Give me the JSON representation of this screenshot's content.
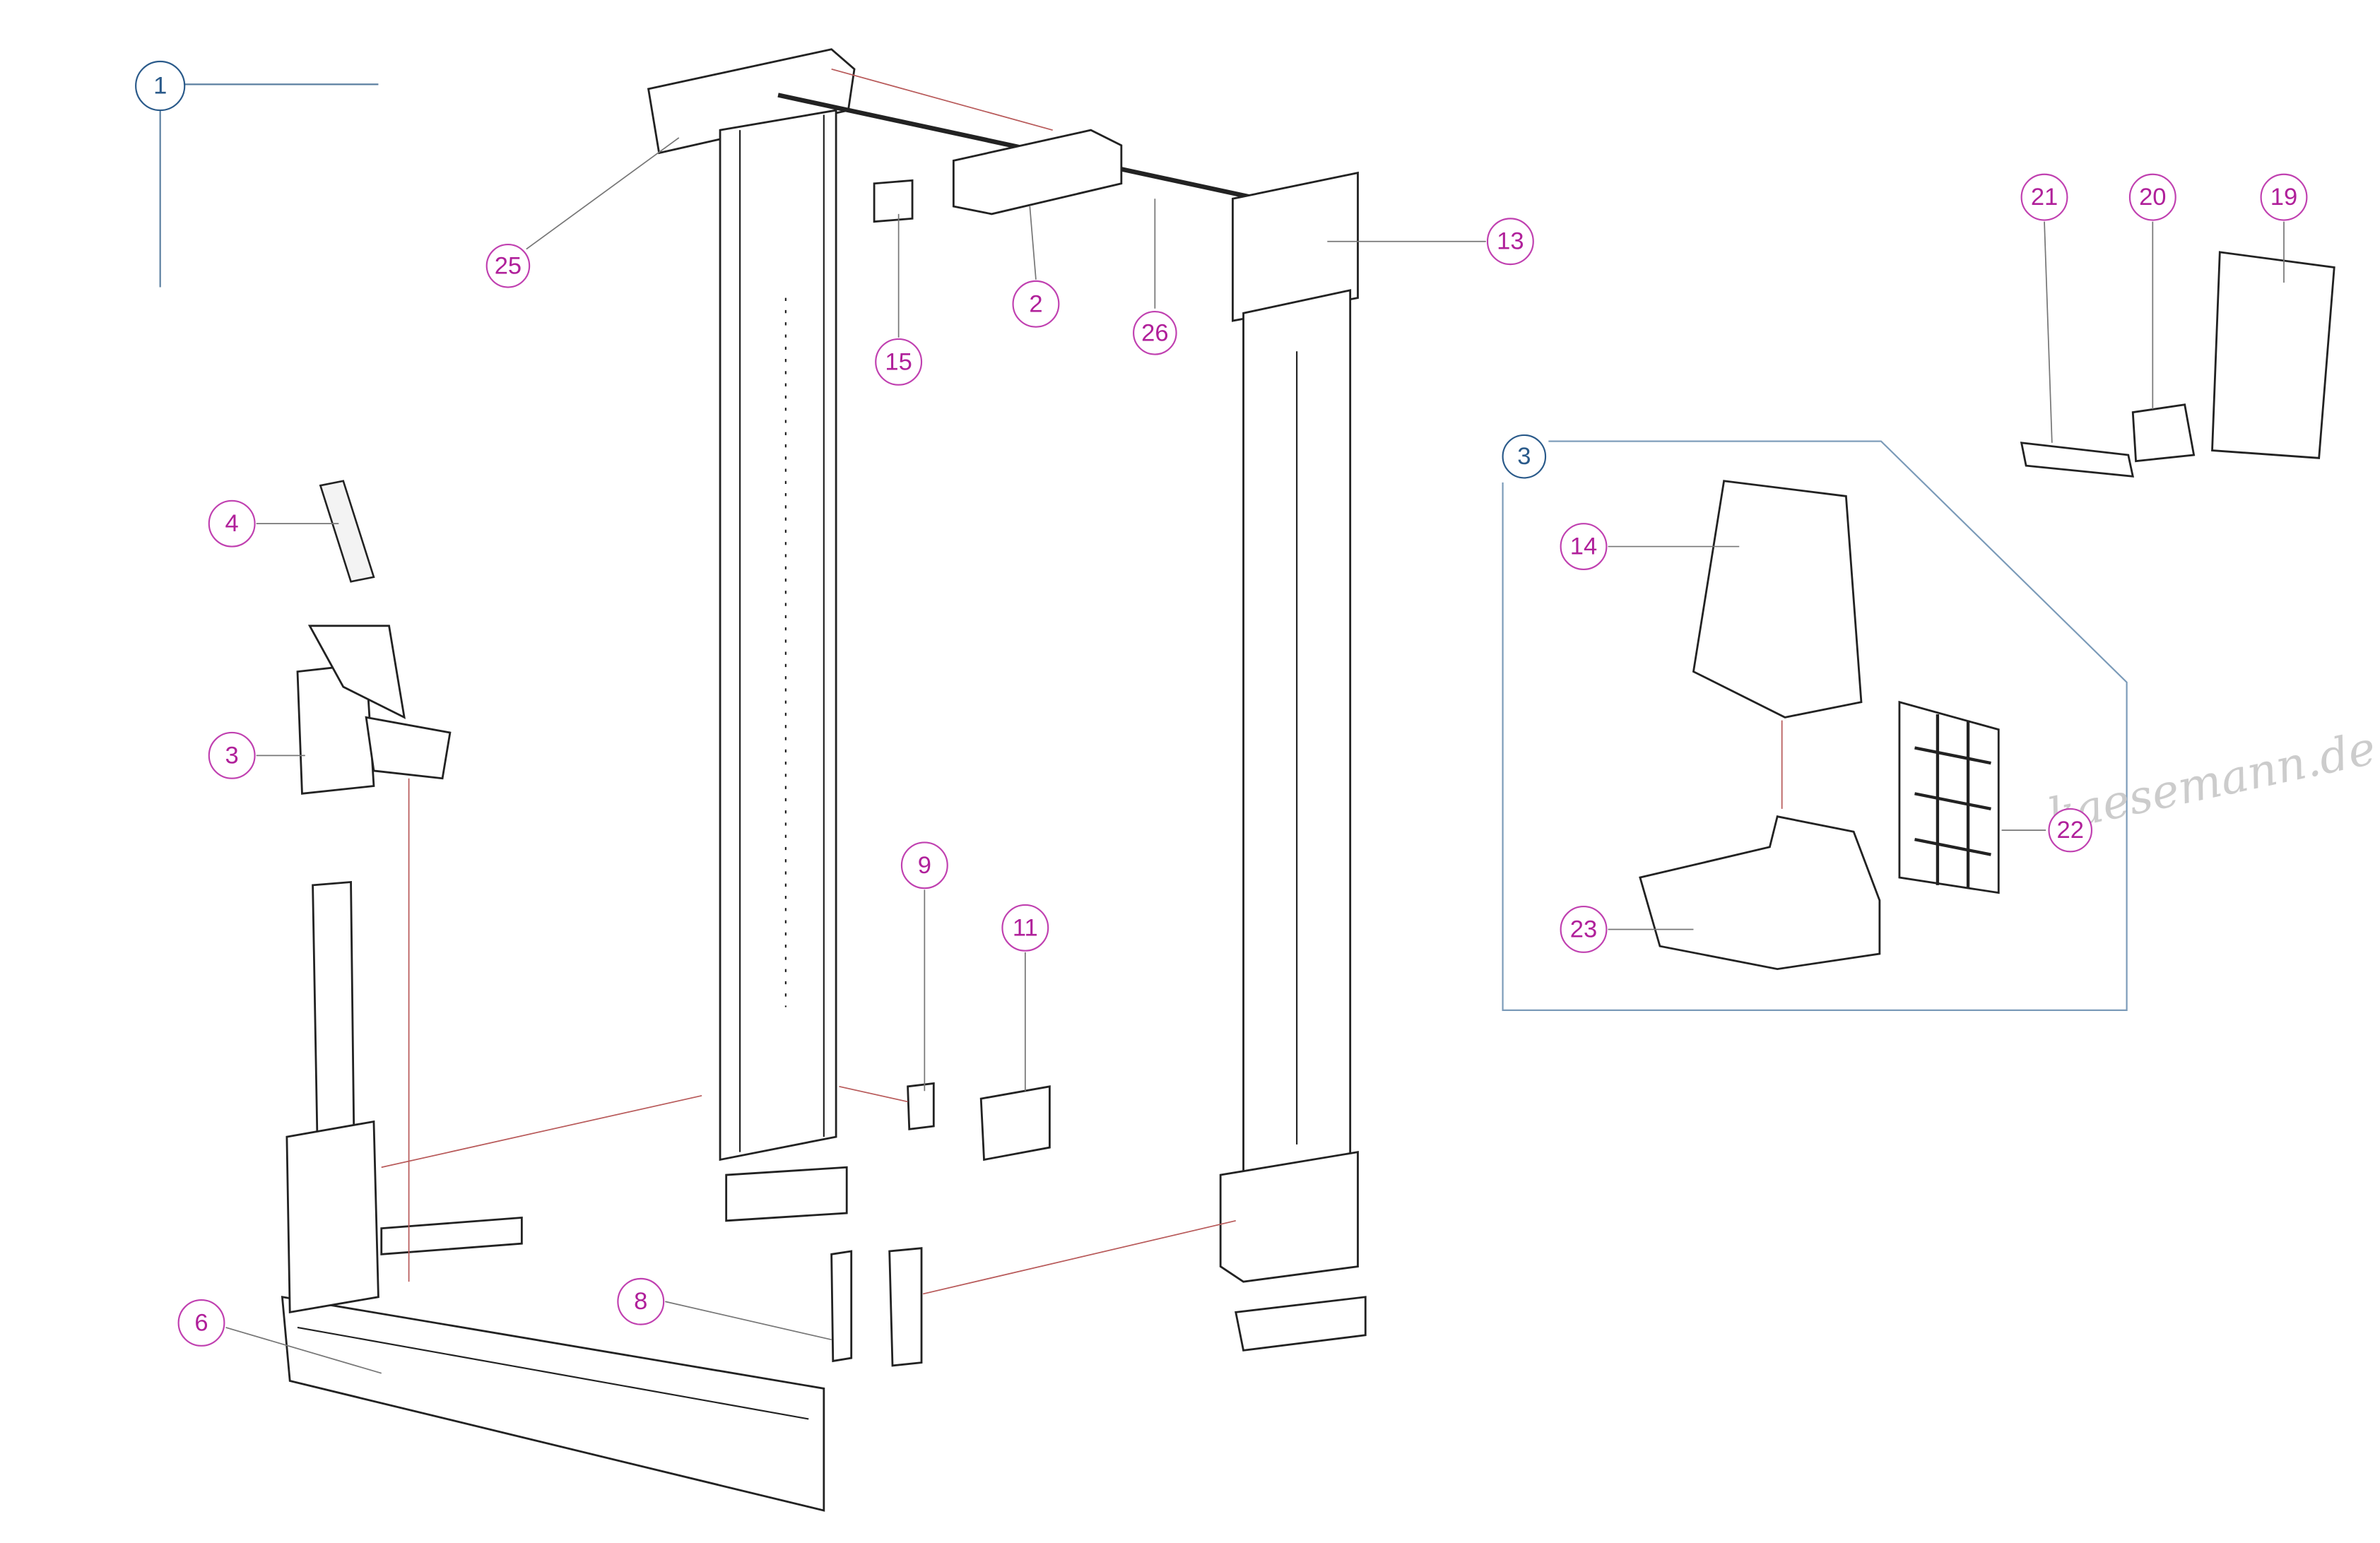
{
  "callouts": {
    "c1": "1",
    "c25": "25",
    "c2": "2",
    "c26": "26",
    "c15": "15",
    "c13": "13",
    "c4": "4",
    "c3": "3",
    "c9": "9",
    "c11": "11",
    "c8": "8",
    "c6": "6",
    "c3b": "3",
    "c14": "14",
    "c22": "22",
    "c23": "23",
    "c21": "21",
    "c20": "20",
    "c19": "19"
  },
  "watermark": "kaesemann.de",
  "colors": {
    "callout_magenta": "#b0209a",
    "callout_blue": "#2a5a8a"
  }
}
